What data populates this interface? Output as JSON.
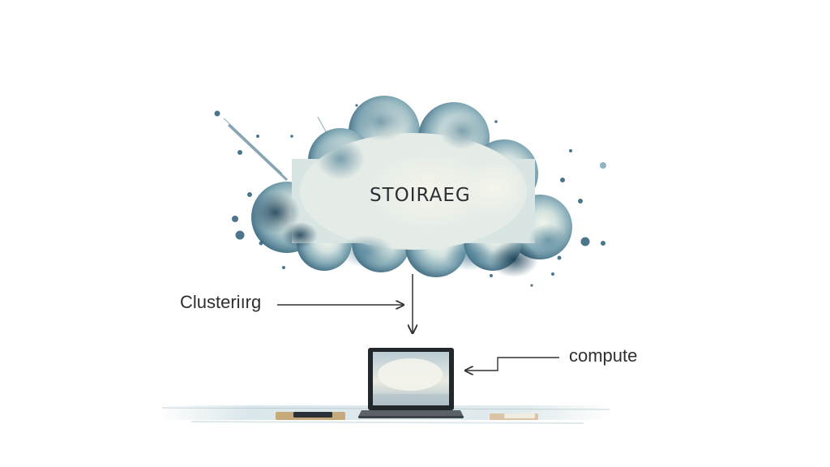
{
  "diagram": {
    "cloud_label": "STOIRAEG",
    "clustering_label": "Clusteriırg",
    "compute_label": "compute",
    "icons": {
      "cloud": "watercolor-cloud-icon",
      "laptop": "laptop-icon",
      "tablet": "tablet-icon",
      "notepad": "notepad-icon"
    },
    "colors": {
      "cloud_dark": "#1f4a63",
      "cloud_mid": "#5d8ea3",
      "cloud_light": "#c9dde2",
      "arrow": "#333333",
      "text": "#2d2d2d"
    }
  }
}
